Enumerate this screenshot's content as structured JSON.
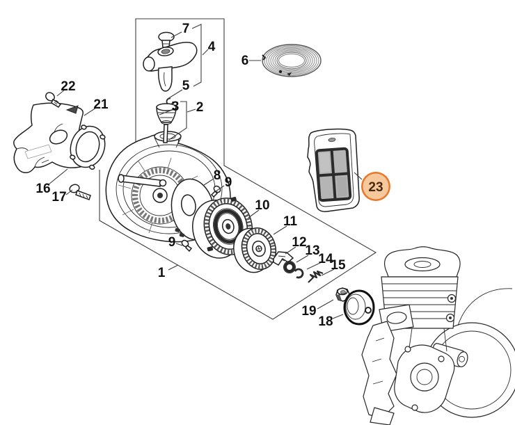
{
  "page": {
    "background": "#ffffff",
    "line_color": "#1a1a1a"
  },
  "diagram": {
    "type": "exploded-parts-diagram",
    "highlight": {
      "label": "23",
      "ring_color": "#e8772a",
      "fill_color": "#f7c89c",
      "text_color": "#47290e"
    },
    "callouts": [
      {
        "label": "7"
      },
      {
        "label": "4"
      },
      {
        "label": "6"
      },
      {
        "label": "22"
      },
      {
        "label": "21"
      },
      {
        "label": "5"
      },
      {
        "label": "3"
      },
      {
        "label": "2"
      },
      {
        "label": "16"
      },
      {
        "label": "17"
      },
      {
        "label": "8"
      },
      {
        "label": "9"
      },
      {
        "label": "9"
      },
      {
        "label": "10"
      },
      {
        "label": "11"
      },
      {
        "label": "1"
      },
      {
        "label": "12"
      },
      {
        "label": "13"
      },
      {
        "label": "14"
      },
      {
        "label": "15"
      },
      {
        "label": "19"
      },
      {
        "label": "18"
      }
    ]
  }
}
